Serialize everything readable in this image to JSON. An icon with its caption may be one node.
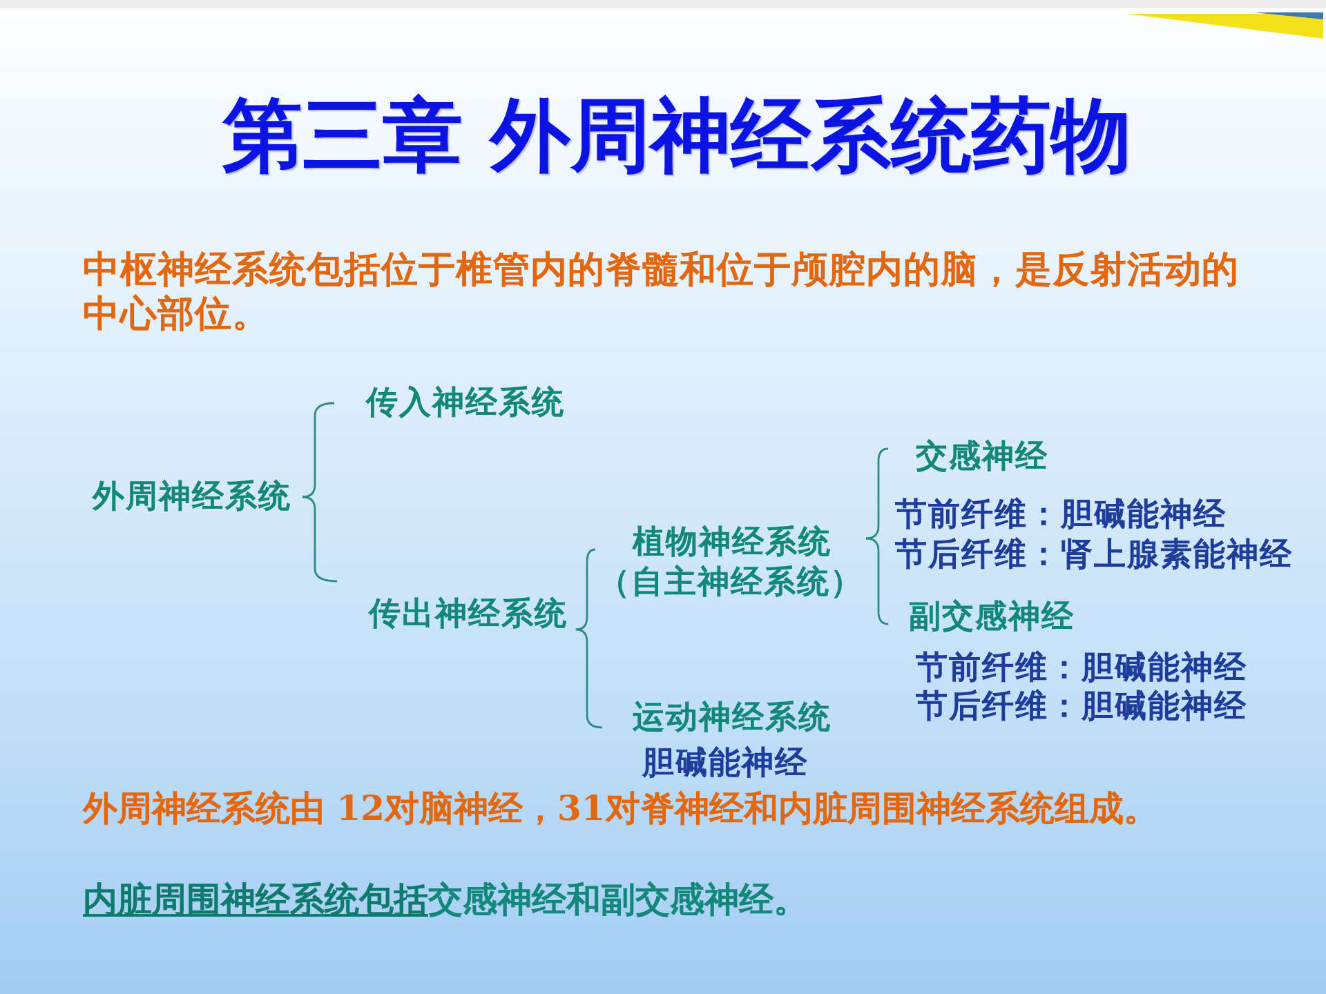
{
  "diagram": {
    "title": "第三章 外周神经系统药物",
    "nodes": [
      {
        "text": [
          "外周神经系统"
        ]
      },
      {
        "text": [
          "传入神经系统"
        ]
      },
      {
        "text": [
          "传出神经系统"
        ]
      },
      {
        "text": [
          "植物神经系统",
          "（自主神经系统）"
        ]
      },
      {
        "text": [
          "运动神经系统"
        ],
        "beside": [
          "胆碱能神经"
        ]
      },
      {
        "text": [
          "交感神经"
        ],
        "beside": [
          "节前纤维：胆碱能神经",
          "节后纤维：肾上腺素能神经"
        ]
      },
      {
        "text": [
          "副交感神经"
        ],
        "beside": [
          "节前纤维：胆碱能神经",
          "节后纤维：胆碱能神经"
        ]
      }
    ],
    "edges": [
      {
        "from": 0,
        "to": 1,
        "arrow": "none"
      },
      {
        "from": 0,
        "to": 2,
        "arrow": "none"
      },
      {
        "from": 2,
        "to": 3,
        "arrow": "none"
      },
      {
        "from": 2,
        "to": 4,
        "arrow": "none"
      },
      {
        "from": 3,
        "to": 5,
        "arrow": "none"
      },
      {
        "from": 3,
        "to": 6,
        "arrow": "none"
      }
    ],
    "labels": [
      "**中枢神经系统**包括位于椎管内的脊髓和位于颅腔内的脑，是反射活动的中心部位。",
      "**外周神经系统**由 12对脑神经，31对脊神经和内脏周围神经系统组成。",
      "内脏周围神经系统包括",
      "交感神经和副交感神经。"
    ]
  }
}
